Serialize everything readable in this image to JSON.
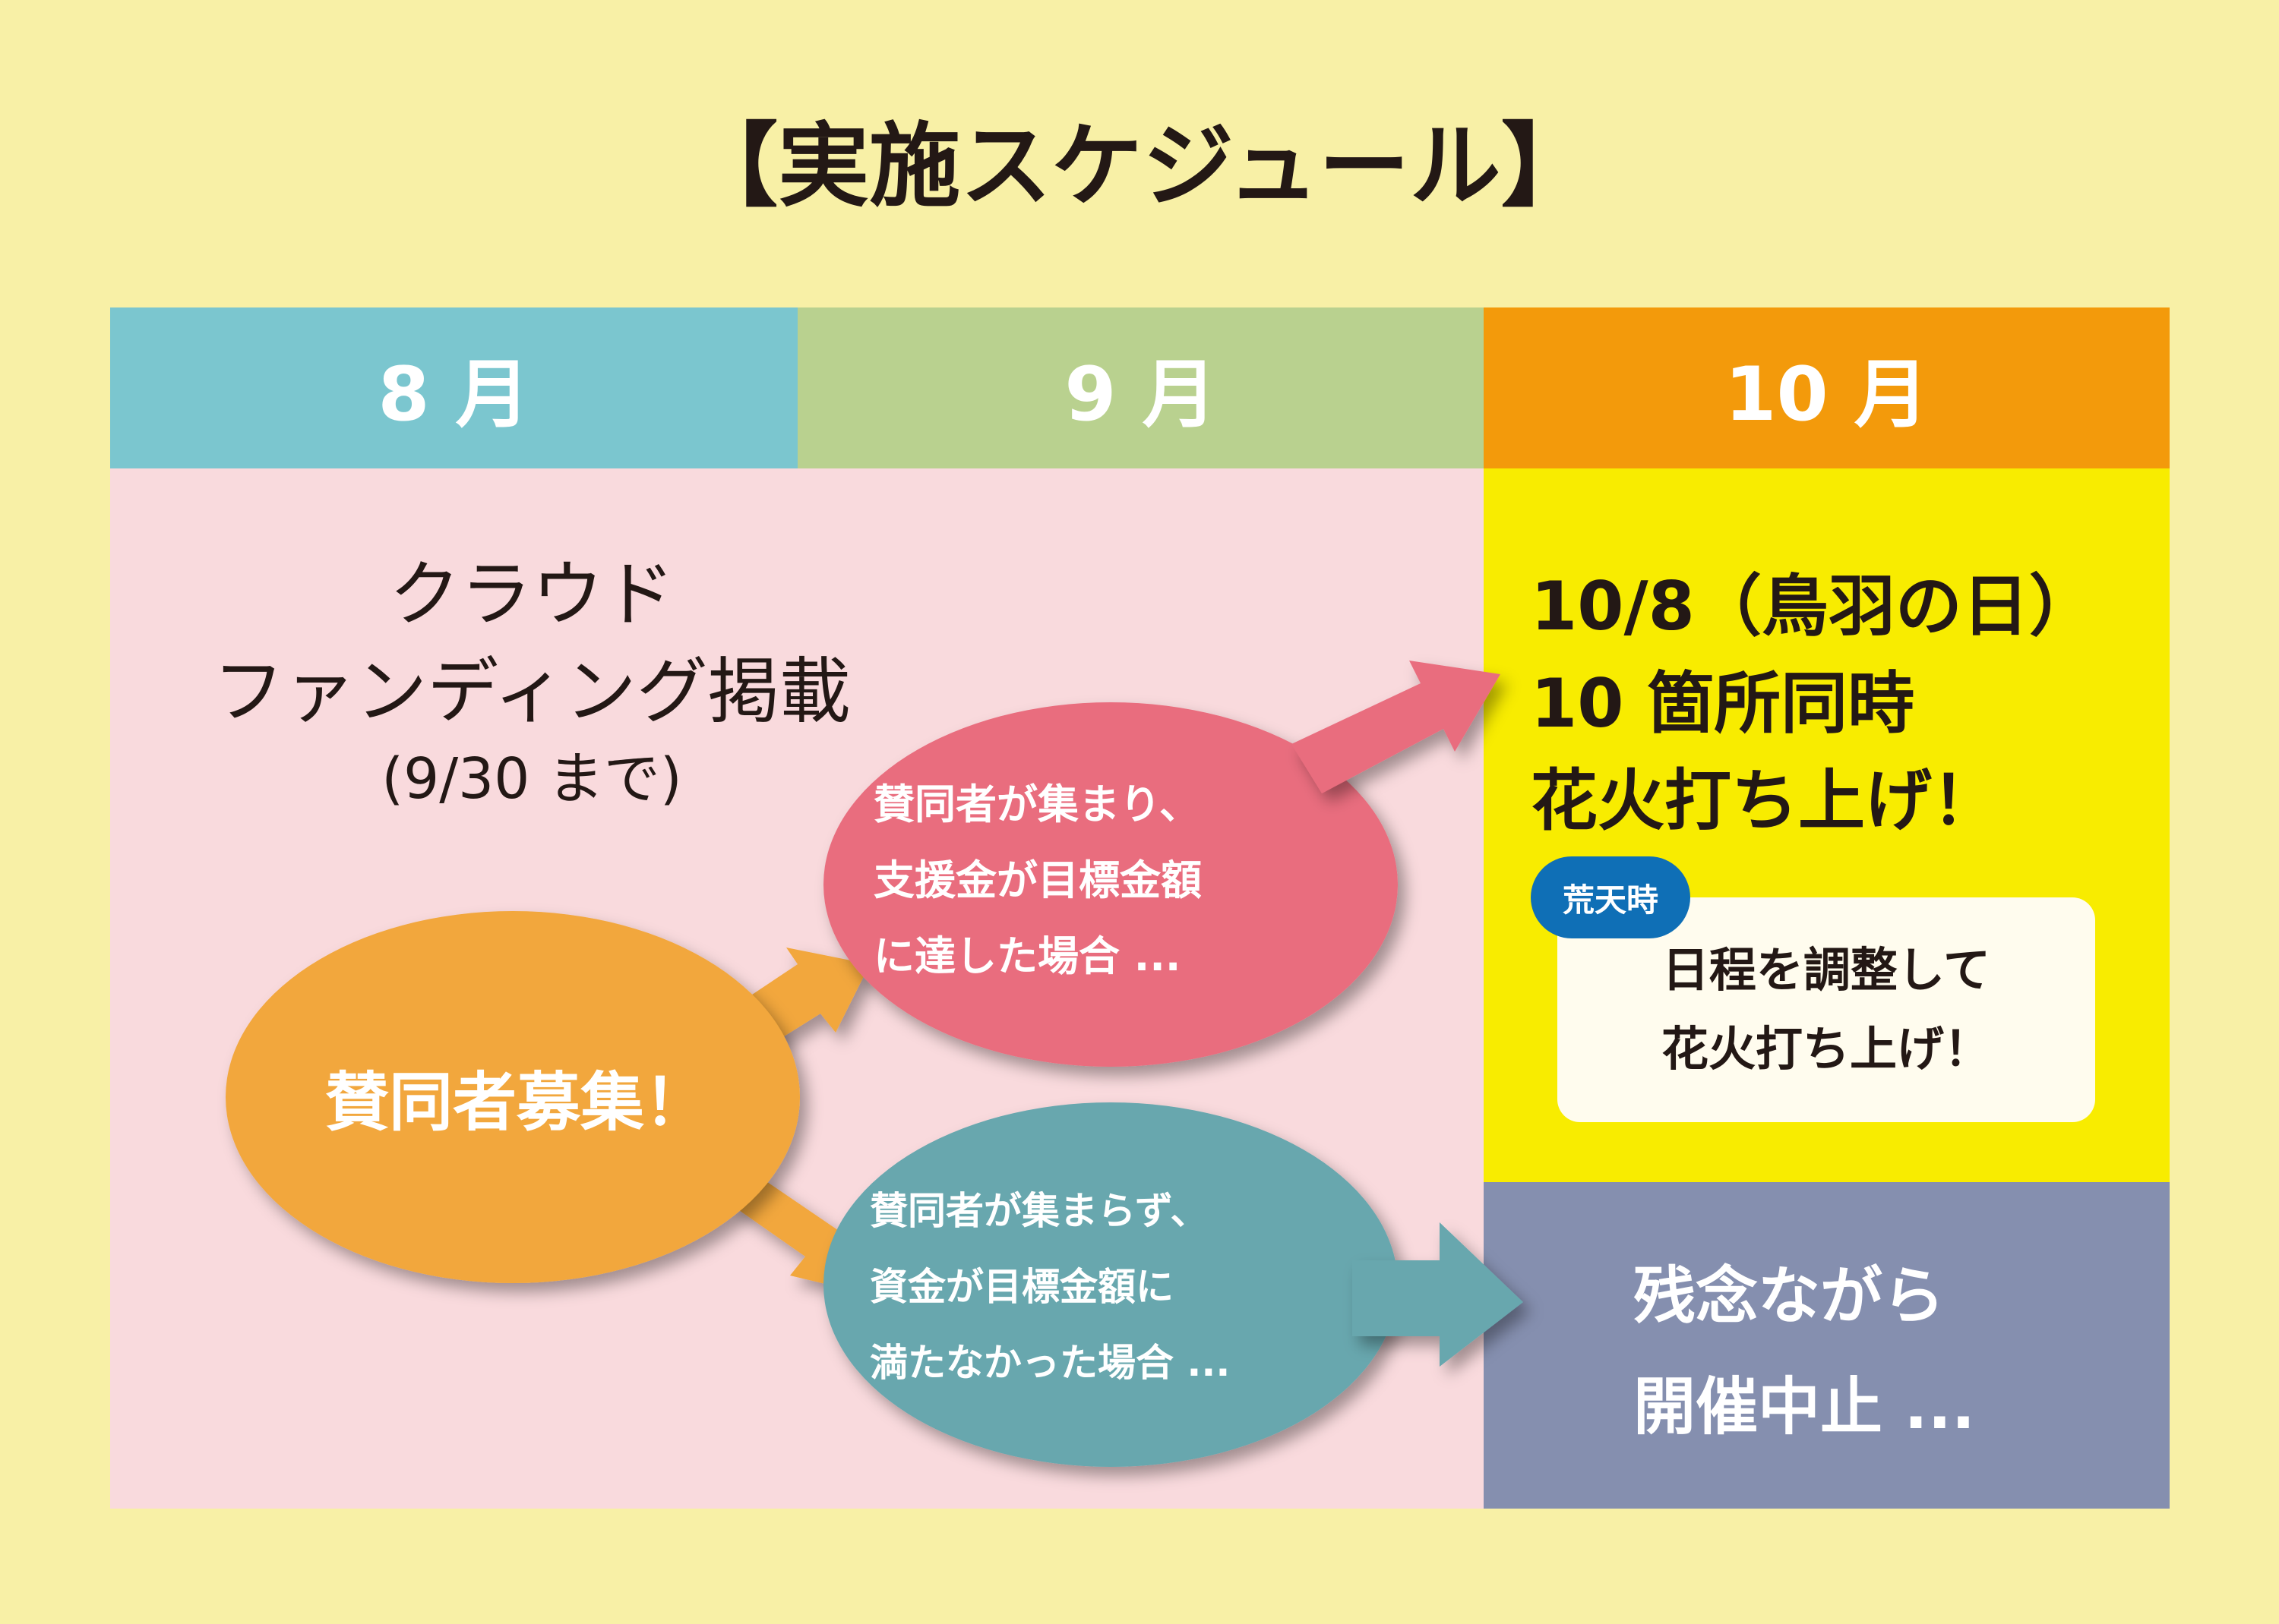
{
  "title": "【実施スケジュール】",
  "months": [
    "8 月",
    "9 月",
    "10 月"
  ],
  "crowdfunding": {
    "line1": "クラウド",
    "line2": "ファンディング掲載",
    "line3": "(9/30 まで)"
  },
  "supporters": "賛同者募集！",
  "success": {
    "line1": "賛同者が集まり、",
    "line2": "支援金が目標金額",
    "line3": "に達した場合 ..."
  },
  "failure": {
    "line1": "賛同者が集まらず、",
    "line2": "資金が目標金額に",
    "line3": "満たなかった場合 ..."
  },
  "event": {
    "line1": "10/8（鳥羽の日）",
    "line2": "10 箇所同時",
    "line3": "花火打ち上げ！"
  },
  "rain": {
    "badge": "荒天時",
    "line1": "日程を調整して",
    "line2": "花火打ち上げ！"
  },
  "cancel": {
    "line1": "残念ながら",
    "line2": "開催中止 ..."
  },
  "colors": {
    "background": "#f8f0a6",
    "aug": "#7bc6cf",
    "sep": "#b9d18f",
    "oct": "#f39a0b",
    "pink_area": "#f9dadd",
    "yellow_area": "#f8ec00",
    "slate_area": "#858faf",
    "orange_ellipse": "#f2a73c",
    "pink_ellipse": "#e96d7e",
    "teal_ellipse": "#67a7ae",
    "badge": "#0f6fb6"
  }
}
